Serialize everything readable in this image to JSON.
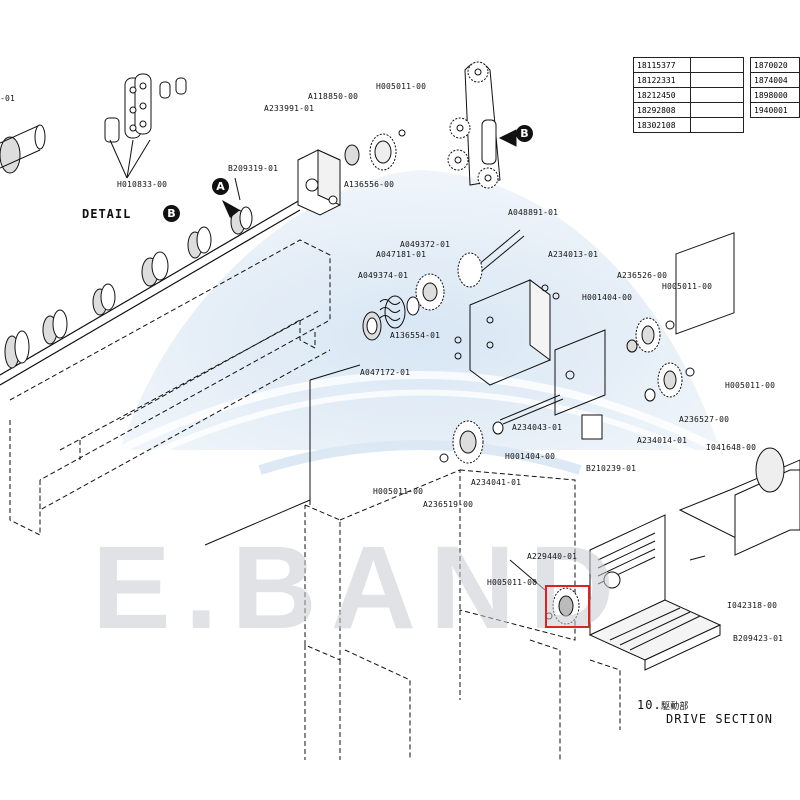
{
  "watermark": "E.BAND",
  "detail_label": "DETAIL",
  "detail_callout": "B",
  "callout_a": "A",
  "callout_b": "B",
  "section_number": "10.",
  "section_japanese": "駆動部",
  "section_title": "DRIVE SECTION",
  "table_left": [
    "18115377",
    "18122331",
    "18212450",
    "18292808",
    "18302108"
  ],
  "table_right": [
    "1870020",
    "1874004",
    "1898000",
    "1940001"
  ],
  "labels": {
    "l_top_left": "-01",
    "H010833": "H010833-00",
    "A233991": "A233991-01",
    "A118850": "A118850-00",
    "H005011_top": "H005011-00",
    "A136556": "A136556-00",
    "B209319": "B209319-01",
    "A048891": "A048891-01",
    "A049372": "A049372-01",
    "A047181": "A047181-01",
    "A234013": "A234013-01",
    "A049374": "A049374-01",
    "A236526": "A236526-00",
    "H005011_r1": "H005011-00",
    "H001404_r": "H001404-00",
    "A136554": "A136554-01",
    "A047172": "A047172-01",
    "H005011_r2": "H005011-00",
    "A236527": "A236527-00",
    "A234043": "A234043-01",
    "A234014": "A234014-01",
    "I041648": "I041648-00",
    "H001404_m": "H001404-00",
    "B210239": "B210239-01",
    "H005011_m": "H005011-00",
    "A234041": "A234041-01",
    "A236519": "A236519-00",
    "A229440": "A229440-01",
    "H005011_b": "H005011-00",
    "I042318": "I042318-00",
    "B209423": "B209423-01"
  }
}
